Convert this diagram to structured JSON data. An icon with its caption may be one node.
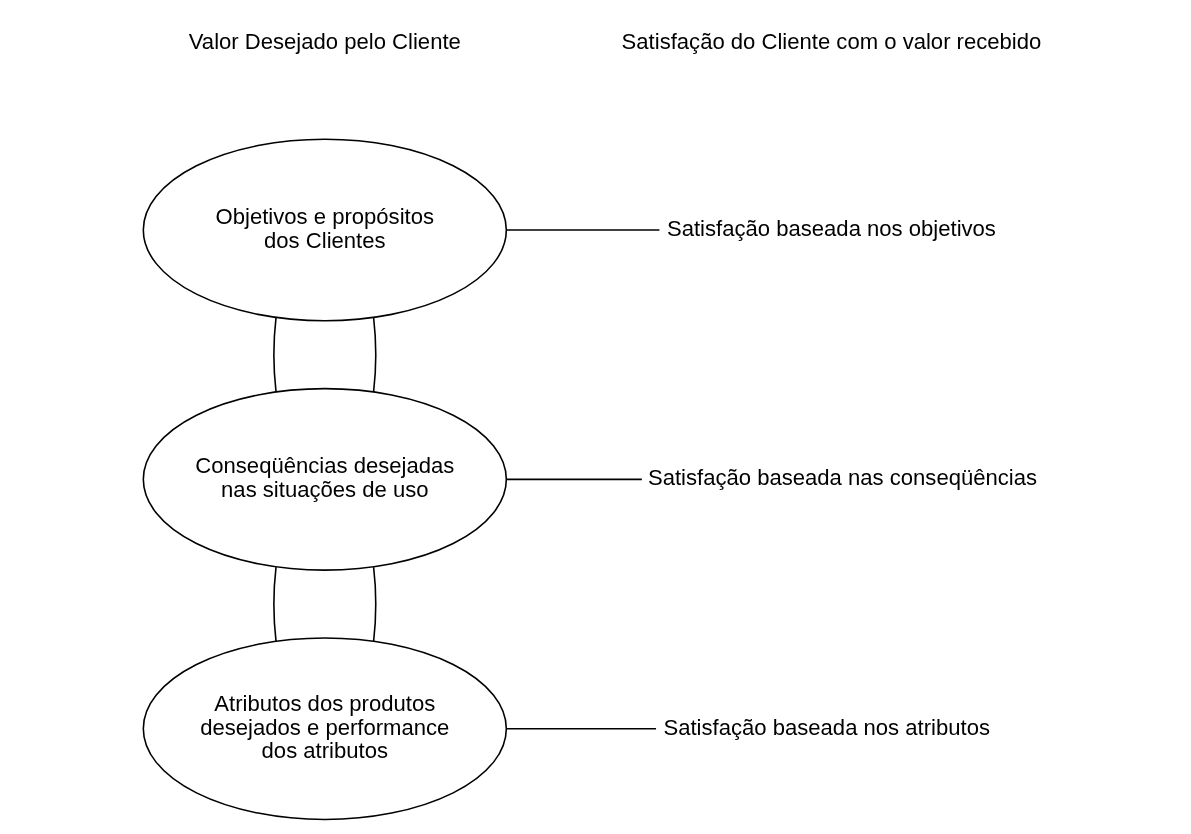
{
  "diagram": {
    "nodes": [
      {
        "text": [
          "Objetivos e propósitos dos Clientes"
        ]
      },
      {
        "text": [
          "Satisfação baseada nos objetivos"
        ]
      },
      {
        "text": [
          "Conseqüências desejadas nas situações de uso"
        ]
      },
      {
        "text": [
          "Satisfação baseada nas conseqüências"
        ]
      },
      {
        "text": [
          "Atributos dos produtos desejados e performance dos atributos"
        ]
      },
      {
        "text": [
          "Satisfação baseada nos atributos"
        ]
      }
    ],
    "edges": [
      {
        "from": 0,
        "to": 1,
        "arrow": "none"
      },
      {
        "from": 0,
        "to": 2,
        "arrow": "none"
      },
      {
        "from": 0,
        "to": 2,
        "arrow": "none"
      },
      {
        "from": 2,
        "to": 3,
        "arrow": "none"
      },
      {
        "from": 2,
        "to": 4,
        "arrow": "none"
      },
      {
        "from": 2,
        "to": 4,
        "arrow": "none"
      },
      {
        "from": 4,
        "to": 5,
        "arrow": "none"
      }
    ],
    "labels": [
      "Valor Desejado pelo Cliente",
      "Satisfação do Cliente com o valor recebido"
    ]
  }
}
